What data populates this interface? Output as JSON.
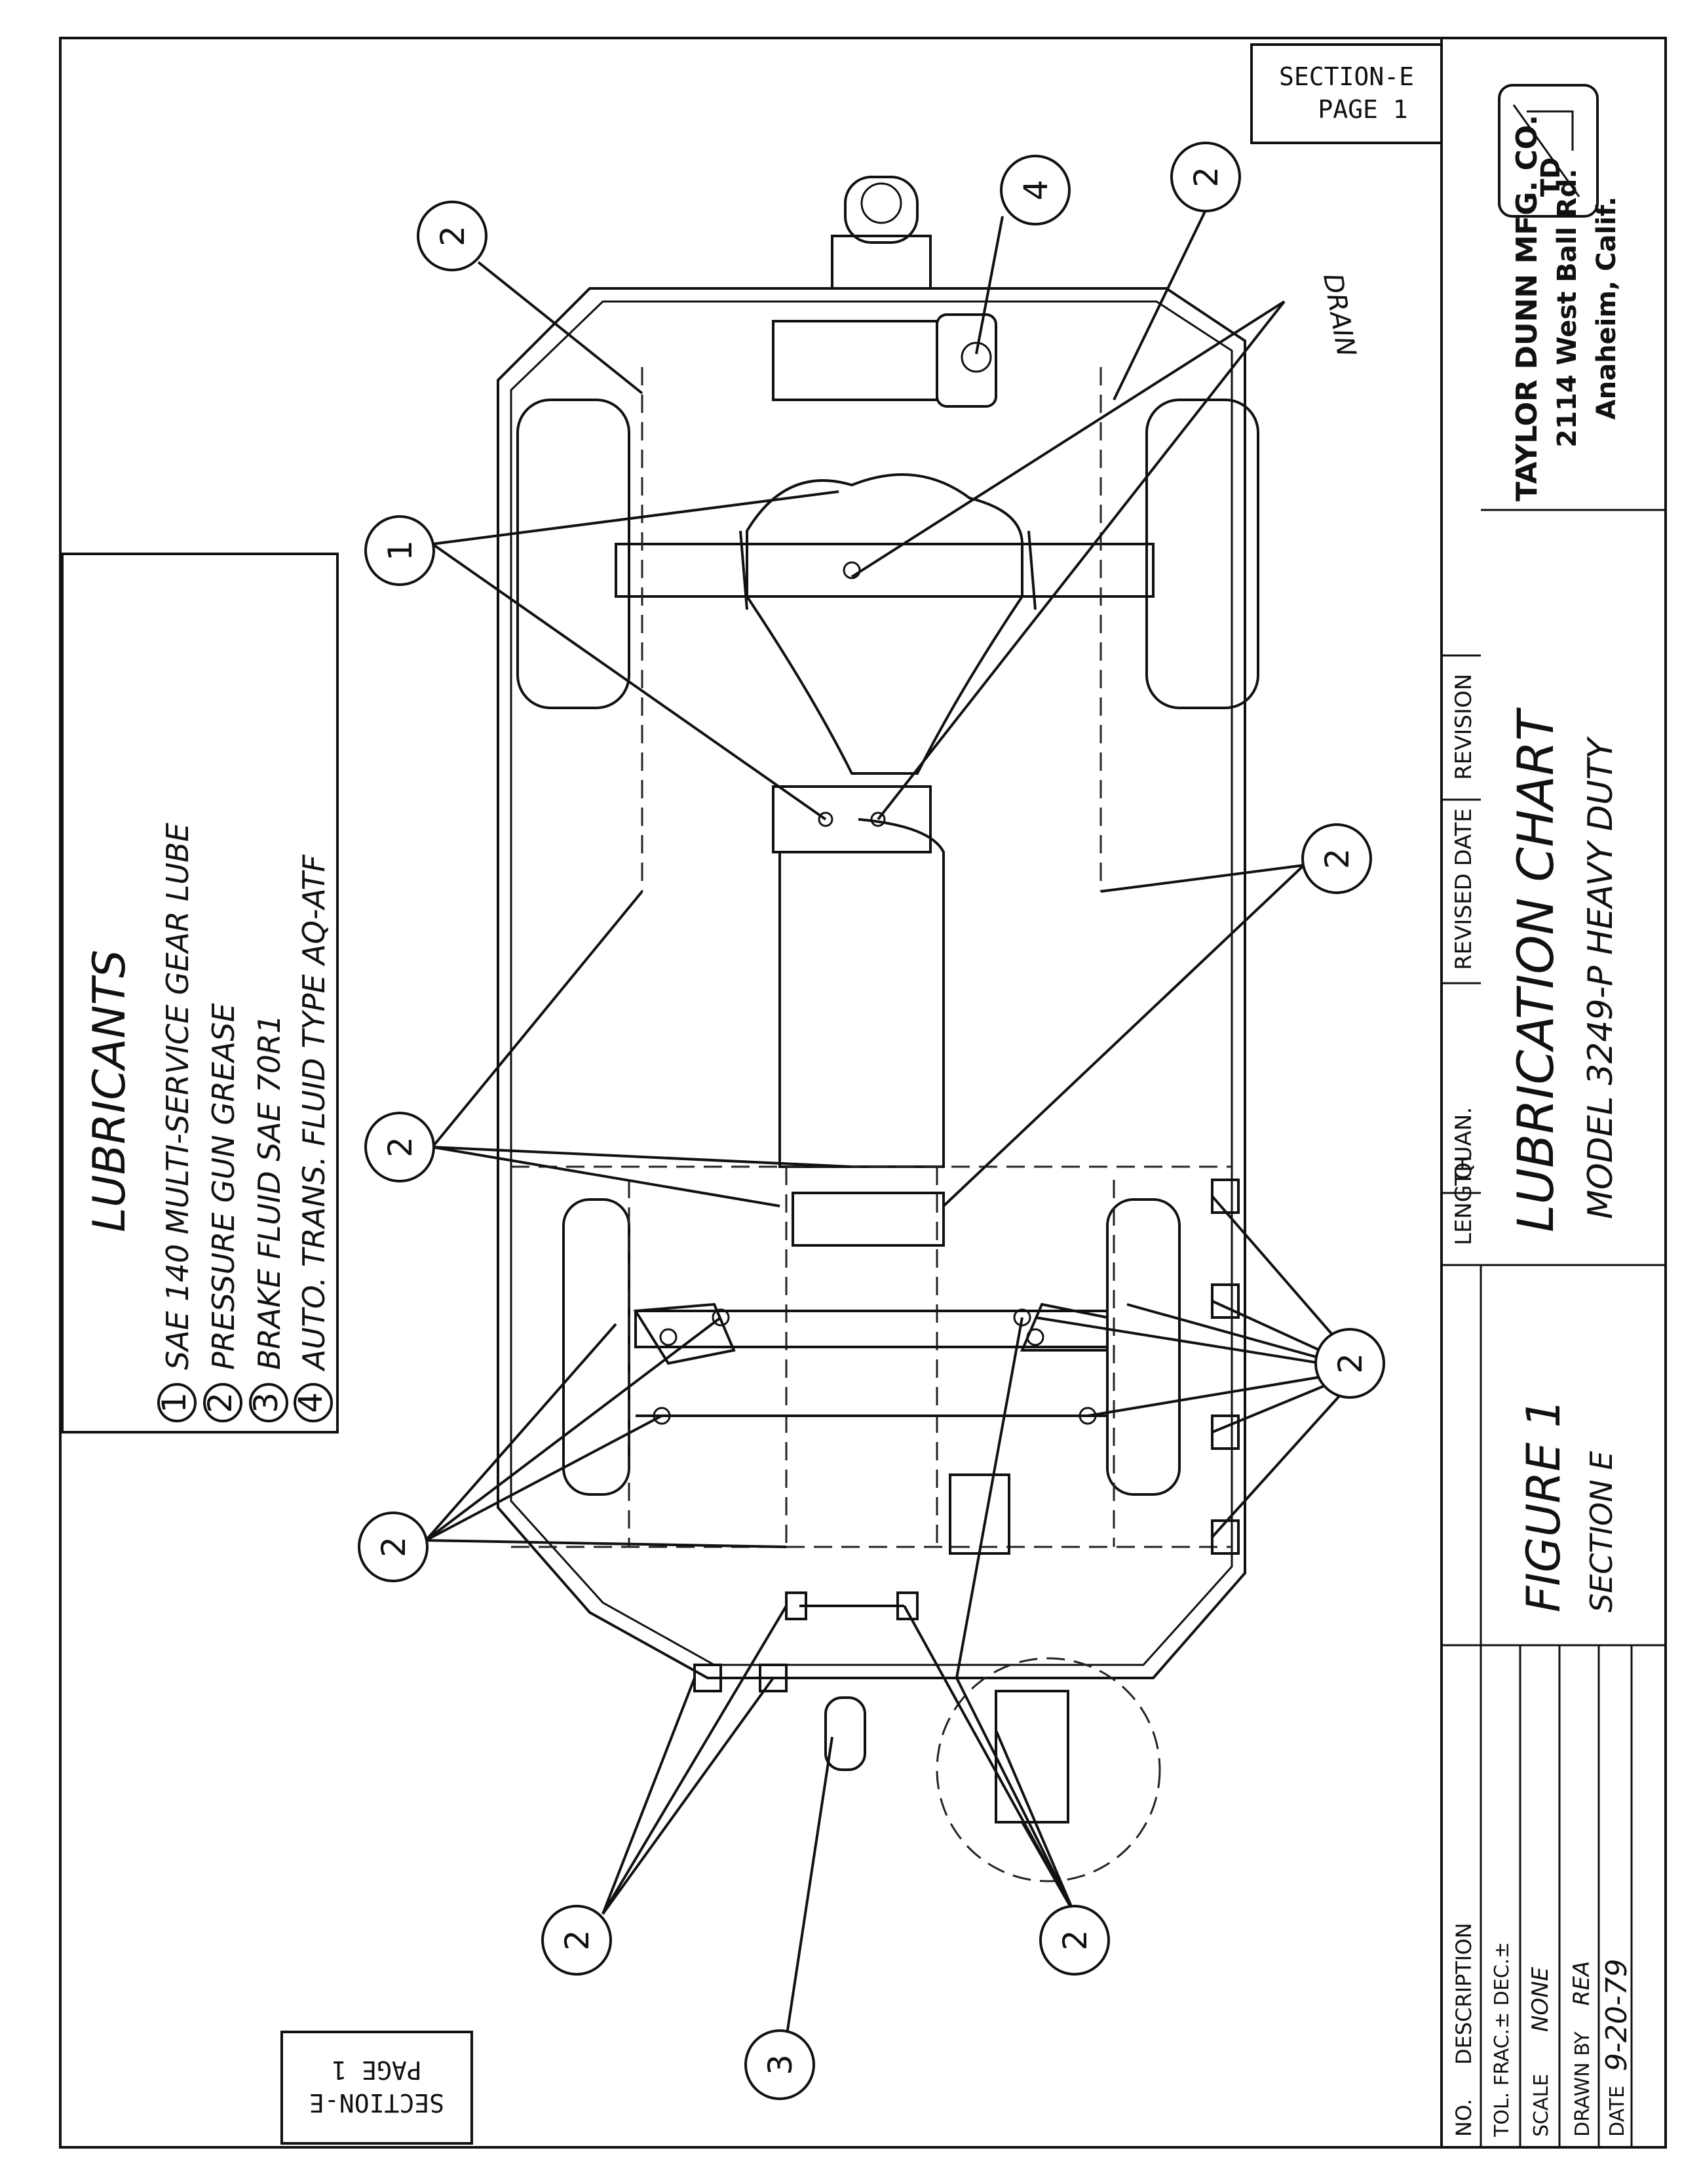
{
  "section_tag": {
    "line1": "SECTION-E",
    "line2": "PAGE 1"
  },
  "section_tag_mirrored": {
    "line1": "SECTION-E",
    "line2": "PAGE 1"
  },
  "lubricants": {
    "title": "LUBRICANTS",
    "items": [
      {
        "num": "1",
        "text": "SAE 140 MULTI-SERVICE GEAR LUBE"
      },
      {
        "num": "2",
        "text": "PRESSURE GUN GREASE"
      },
      {
        "num": "3",
        "text": "BRAKE FLUID SAE 70R1"
      },
      {
        "num": "4",
        "text": "AUTO. TRANS. FLUID TYPE AQ-ATF"
      }
    ]
  },
  "drain_label": "DRAIN",
  "callouts": {
    "c1": "1",
    "c2a": "2",
    "c2b": "2",
    "c2c": "2",
    "c2d": "2",
    "c2e": "2",
    "c2f": "2",
    "c2g": "2",
    "c2h": "2",
    "c3": "3",
    "c4": "4"
  },
  "title_block": {
    "company": "TAYLOR DUNN MFG. CO.",
    "address": "2114 West Ball Rd.",
    "city": "Anaheim, Calif.",
    "logo_text": "TD",
    "col_length": "LENGTH",
    "col_quan": "QUAN.",
    "col_revised_date": "REVISED DATE",
    "col_revision": "REVISION",
    "title": "LUBRICATION CHART",
    "subtitle": "MODEL 3249-P HEAVY DUTY",
    "figure": "FIGURE 1",
    "section": "SECTION E",
    "no_label": "NO.",
    "description_label": "DESCRIPTION",
    "tol_label": "TOL. FRAC.± DEC.±",
    "scale_label": "SCALE",
    "scale_value": "NONE",
    "drawn_by_label": "DRAWN BY",
    "drawn_by_value": "REA",
    "date_label": "DATE",
    "date_value": "9-20-79"
  }
}
